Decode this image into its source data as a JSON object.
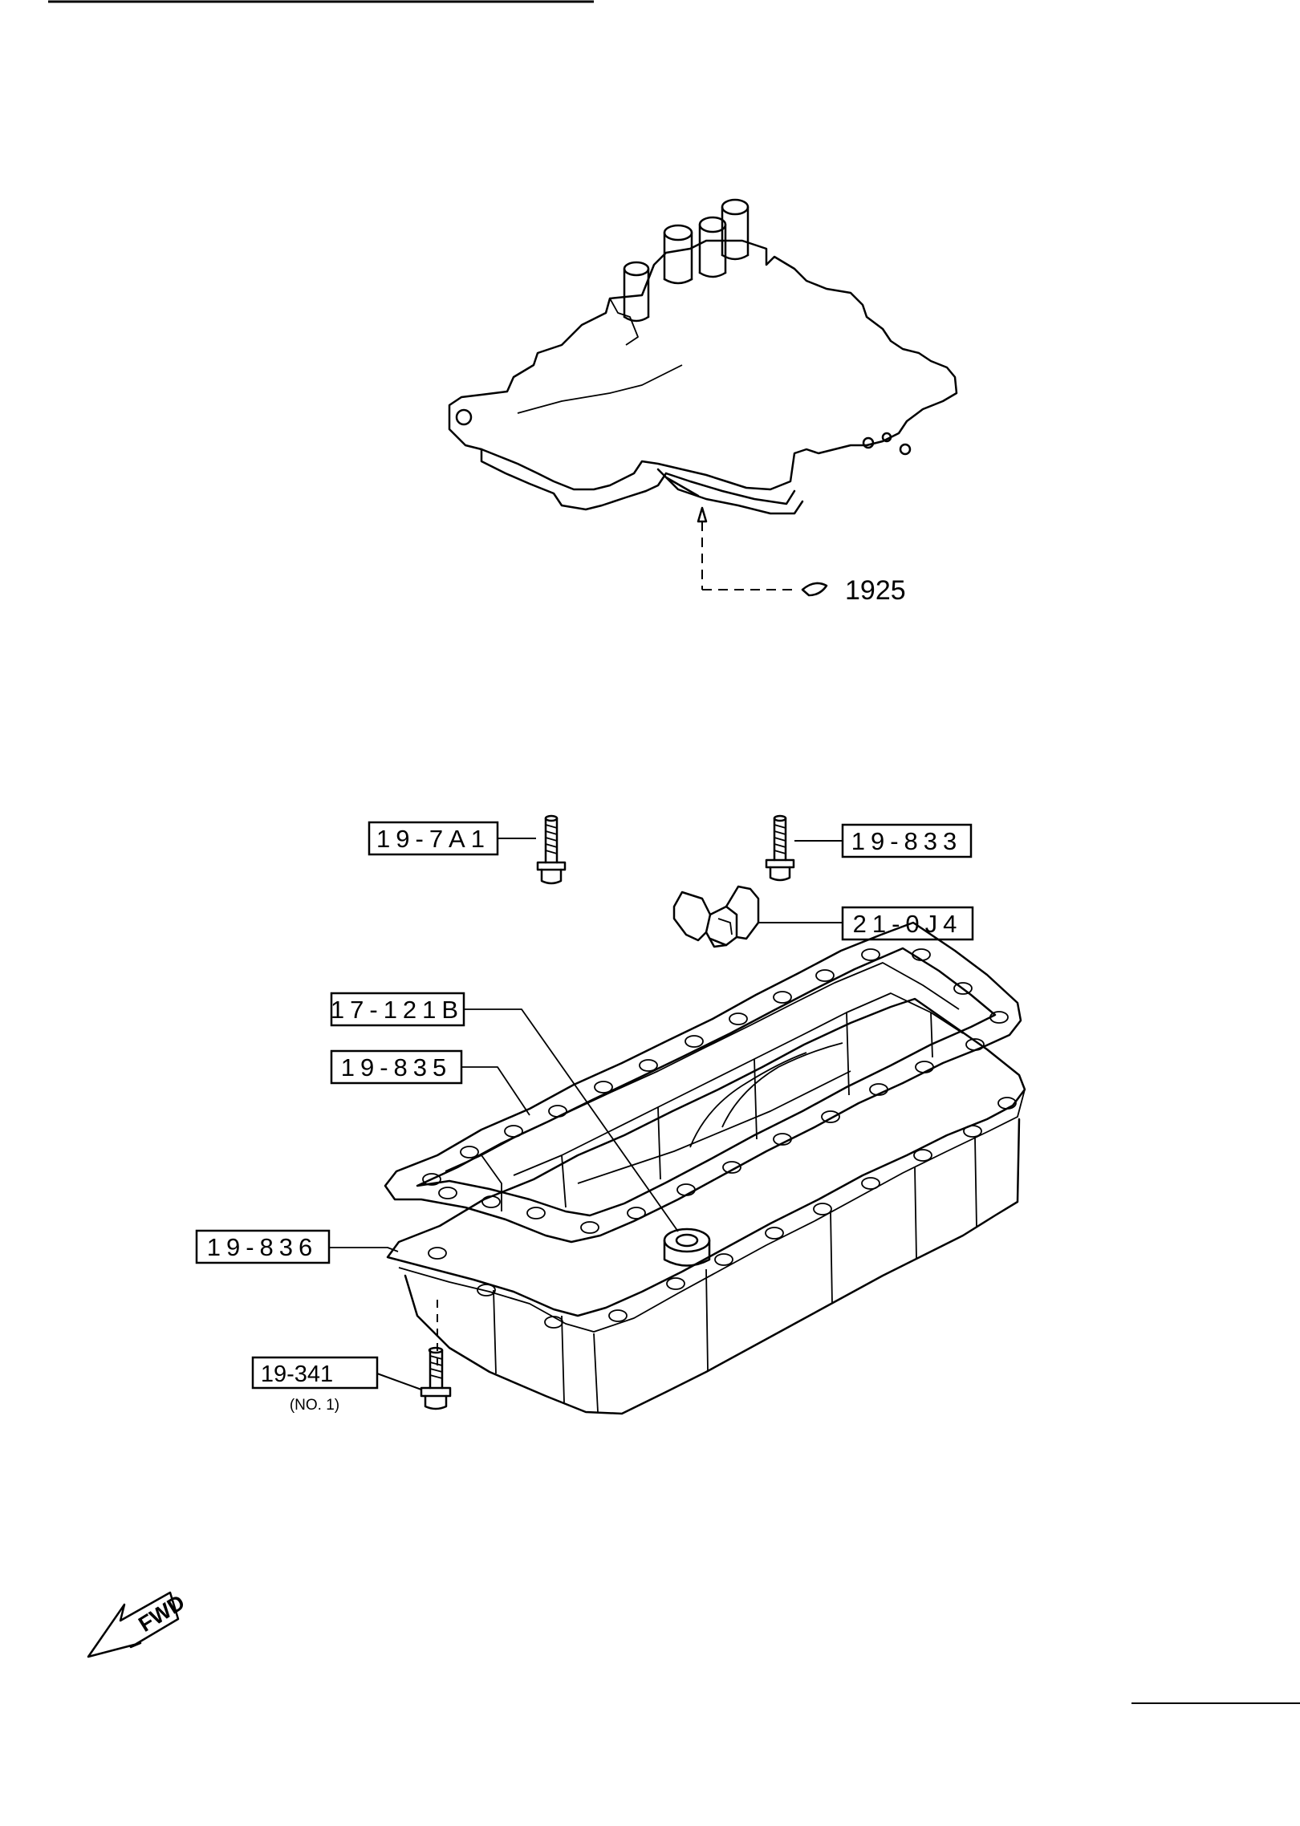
{
  "callouts": {
    "gasket_1925": "1925",
    "bolt_19_7a1": "19-7A1",
    "bolt_19_833": "19-833",
    "clip_21_0j4": "21-0J4",
    "magnet_17_121b": "17-121B",
    "gasket_19_835": "19-835",
    "pan_19_836": "19-836",
    "bolt_19_341": "19-341",
    "bolt_19_341_note": "(NO. 1)"
  },
  "direction_indicator": "FWD",
  "icons": {
    "valve_body": "valve-body-assembly",
    "oil_pan": "oil-pan",
    "pan_gasket": "oil-pan-gasket",
    "magnet": "drain-magnet",
    "clip": "retaining-clip",
    "bolts": "hex-flange-bolt",
    "fwd_arrow": "forward-arrow"
  }
}
